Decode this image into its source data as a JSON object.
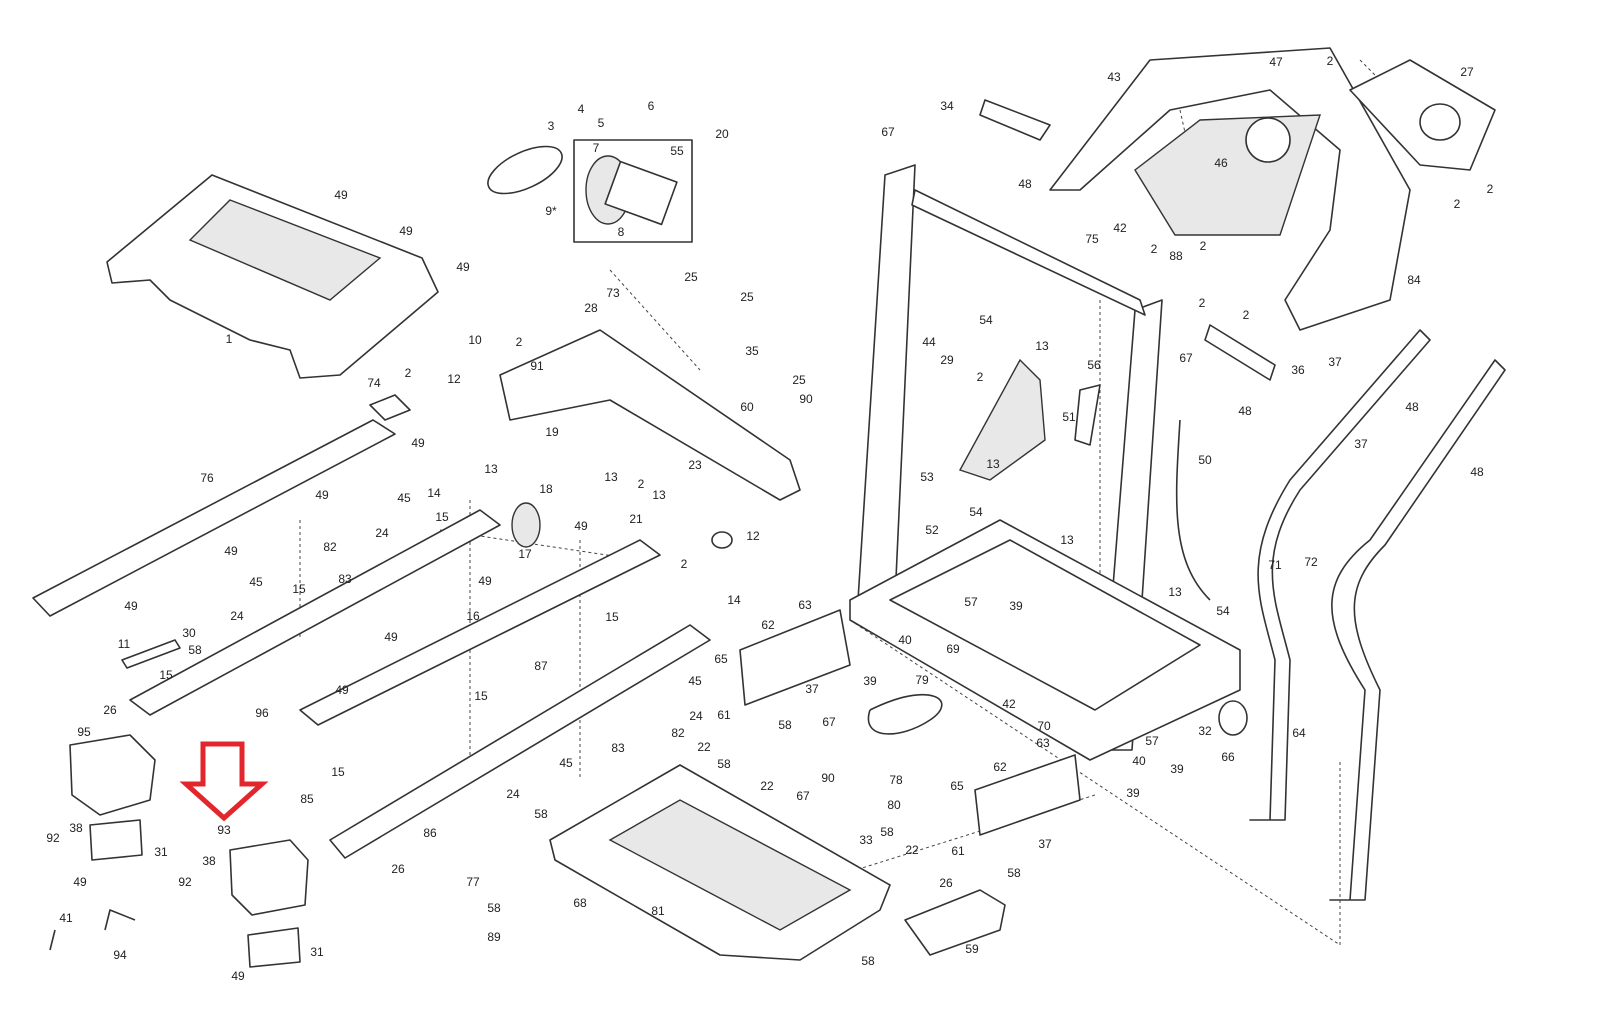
{
  "diagram": {
    "type": "exploded parts diagram",
    "highlight_color": "#e3262b",
    "highlighted_part": "93",
    "part_labels": [
      "1",
      "49",
      "49",
      "49",
      "3",
      "4",
      "5",
      "6",
      "7",
      "55",
      "20",
      "9*",
      "8",
      "25",
      "73",
      "25",
      "28",
      "35",
      "10",
      "2",
      "91",
      "12",
      "25",
      "90",
      "60",
      "74",
      "2",
      "49",
      "19",
      "13",
      "13",
      "2",
      "23",
      "76",
      "18",
      "14",
      "49",
      "45",
      "15",
      "24",
      "49",
      "21",
      "13",
      "2",
      "12",
      "17",
      "82",
      "83",
      "49",
      "45",
      "15",
      "49",
      "24",
      "30",
      "15",
      "16",
      "14",
      "63",
      "62",
      "49",
      "11",
      "58",
      "49",
      "15",
      "87",
      "65",
      "45",
      "37",
      "15",
      "49",
      "26",
      "24",
      "61",
      "58",
      "96",
      "82",
      "83",
      "22",
      "58",
      "95",
      "15",
      "45",
      "24",
      "85",
      "86",
      "58",
      "92",
      "38",
      "93",
      "31",
      "38",
      "92",
      "26",
      "77",
      "58",
      "89",
      "68",
      "81",
      "41",
      "94",
      "31",
      "49",
      "49",
      "58",
      "22",
      "67",
      "90",
      "78",
      "80",
      "33",
      "58",
      "22",
      "67",
      "79",
      "39",
      "40",
      "26",
      "59",
      "65",
      "62",
      "63",
      "61",
      "58",
      "37",
      "42",
      "70",
      "69",
      "57",
      "39",
      "54",
      "13",
      "52",
      "53",
      "13",
      "2",
      "29",
      "44",
      "54",
      "13",
      "56",
      "51",
      "67",
      "34",
      "48",
      "43",
      "47",
      "2",
      "27",
      "46",
      "75",
      "42",
      "2",
      "88",
      "2",
      "2",
      "2",
      "67",
      "48",
      "36",
      "37",
      "48",
      "50",
      "2",
      "2",
      "84",
      "37",
      "48",
      "71",
      "72",
      "13",
      "54",
      "64",
      "32",
      "66",
      "57",
      "40",
      "39",
      "39"
    ]
  }
}
